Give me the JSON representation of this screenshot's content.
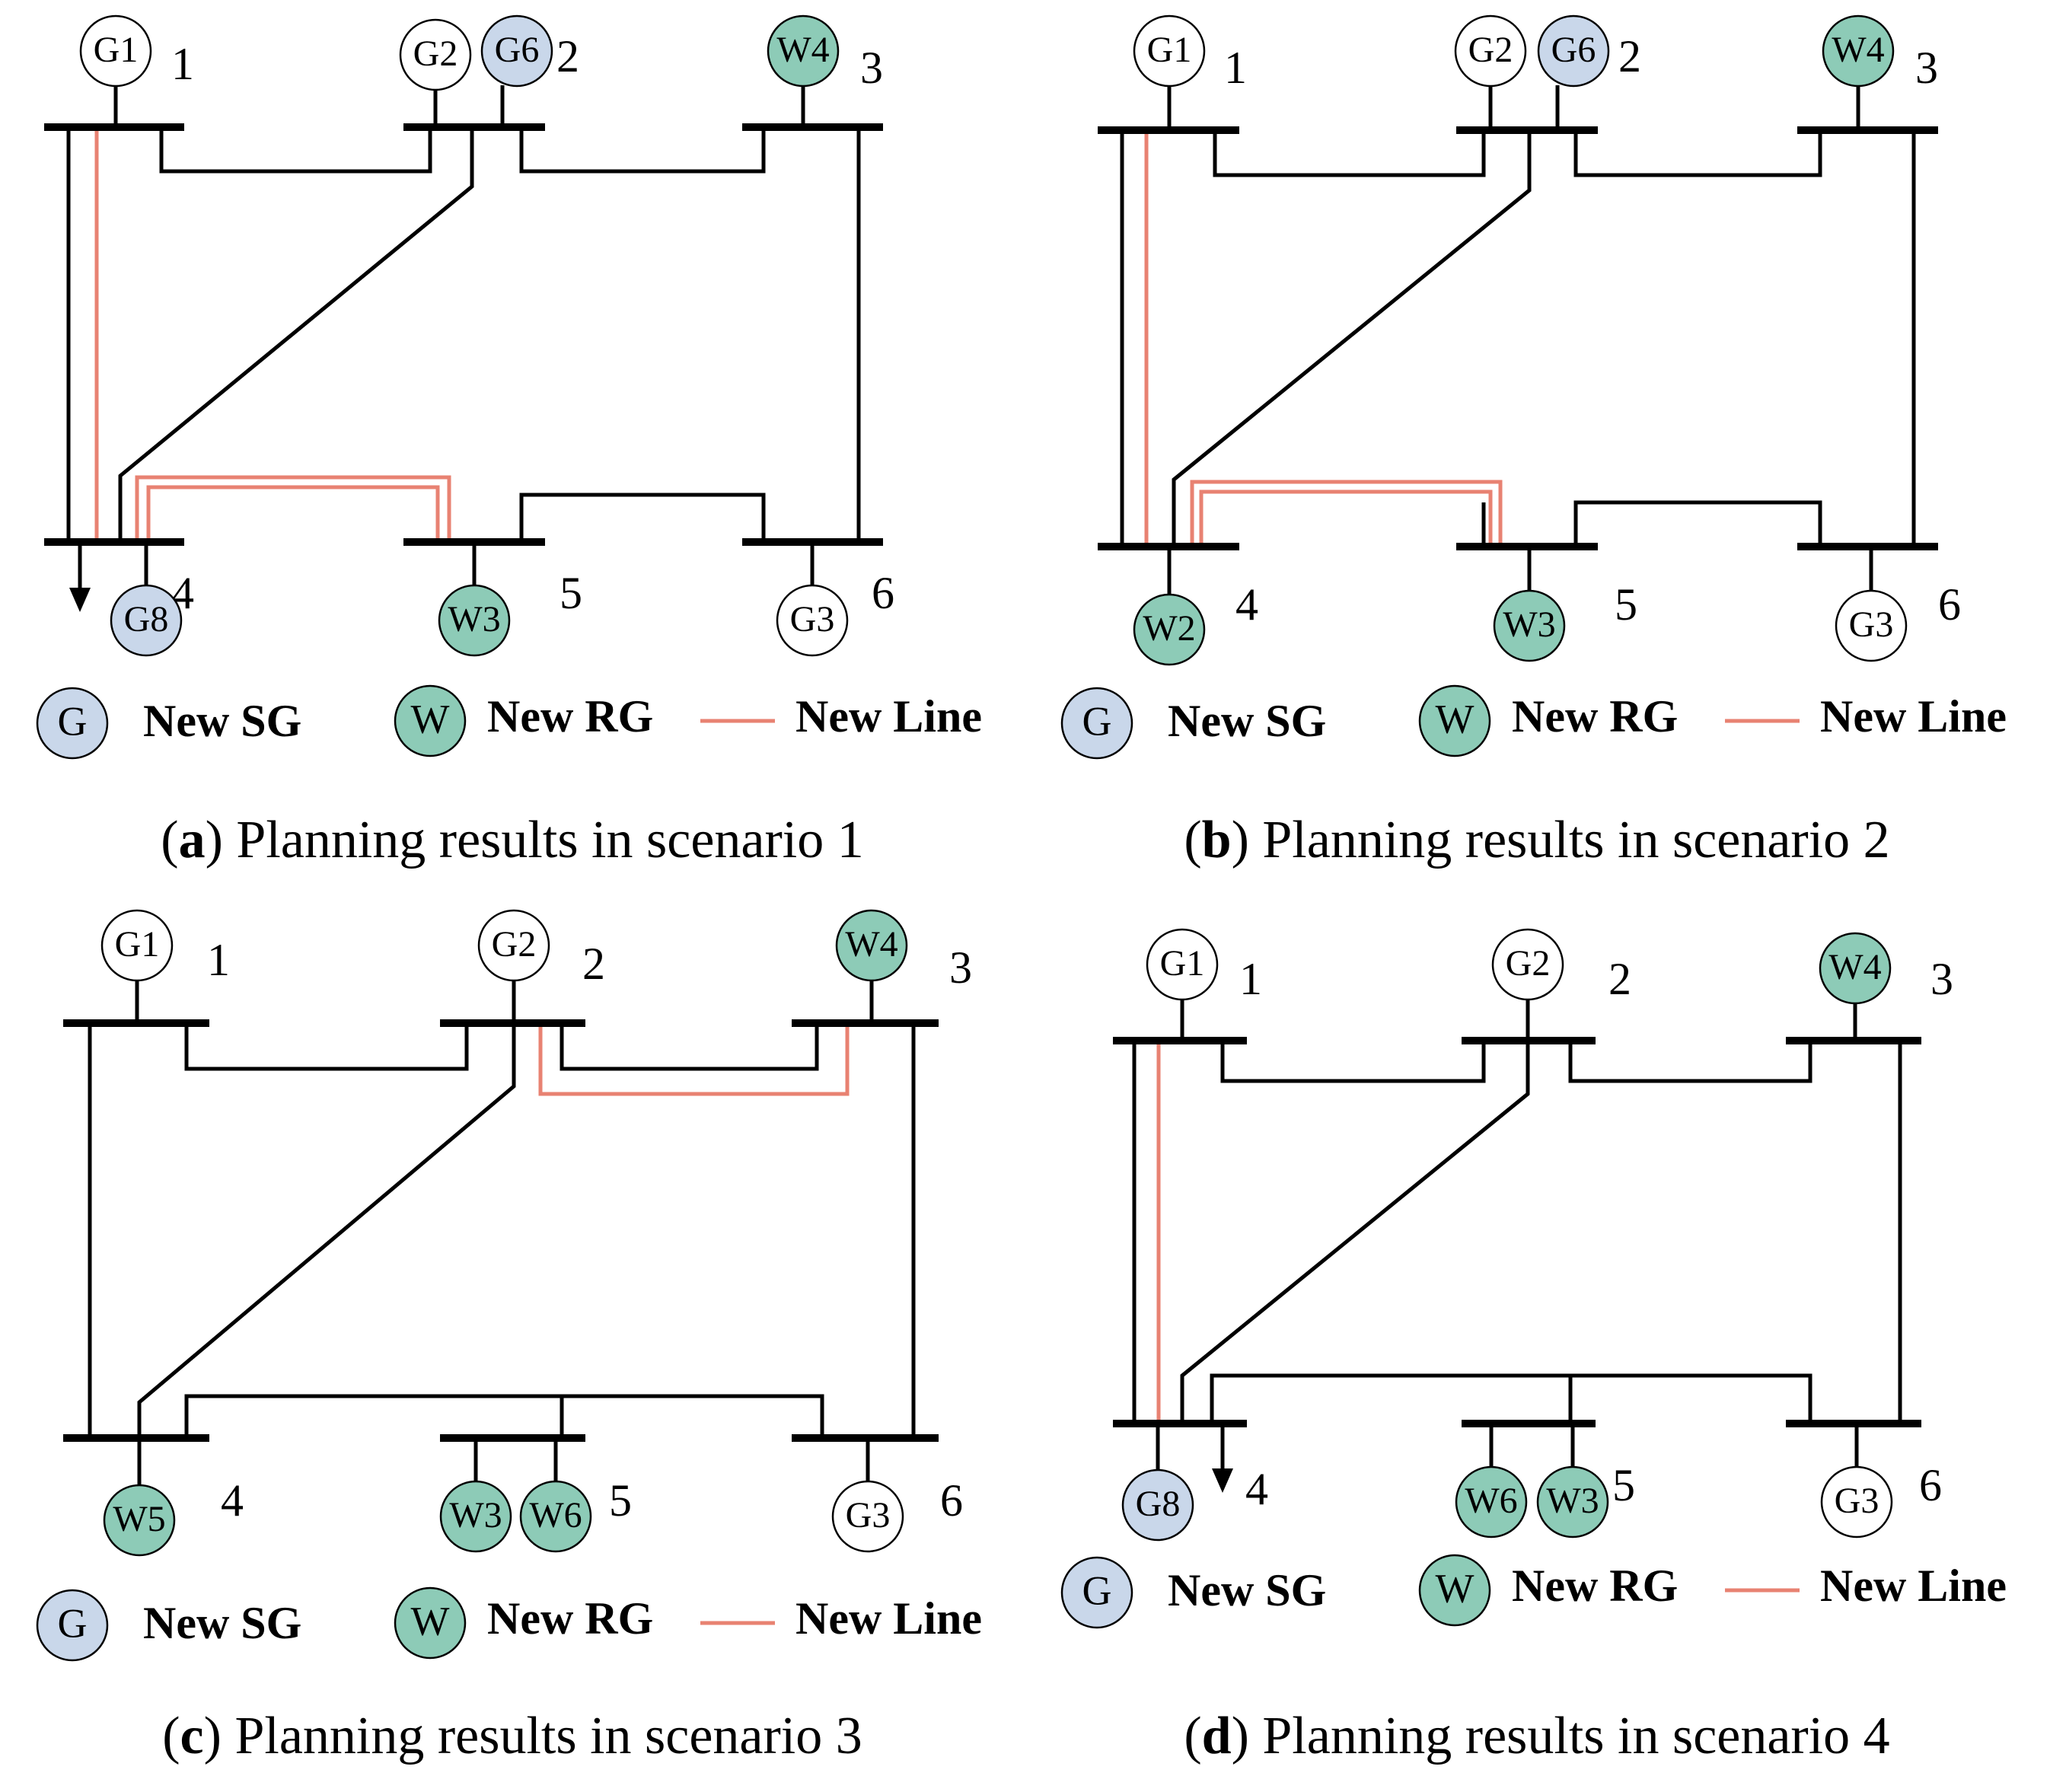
{
  "colors": {
    "new_sg_fill": "#c9d7ea",
    "new_rg_fill": "#8dcbb7",
    "existing_fill": "#ffffff",
    "new_line": "#e88272",
    "line": "#000000"
  },
  "legend": {
    "sg_symbol": "G",
    "sg_label": "New SG",
    "rg_symbol": "W",
    "rg_label": "New RG",
    "line_label": "New Line"
  },
  "panels": [
    {
      "id": "a",
      "caption_letter": "a",
      "caption_text": " Planning results in scenario 1",
      "buses": [
        "1",
        "2",
        "3",
        "4",
        "5",
        "6"
      ],
      "generators": [
        "G1",
        "G2",
        "G6",
        "W4",
        "G8",
        "W3",
        "G3"
      ],
      "new_lines": [
        "1-4",
        "4-5"
      ]
    },
    {
      "id": "b",
      "caption_letter": "b",
      "caption_text": " Planning results in scenario 2",
      "buses": [
        "1",
        "2",
        "3",
        "4",
        "5",
        "6"
      ],
      "generators": [
        "G1",
        "G2",
        "G6",
        "W4",
        "W2",
        "W3",
        "G3"
      ],
      "new_lines": [
        "1-4",
        "4-5"
      ]
    },
    {
      "id": "c",
      "caption_letter": "c",
      "caption_text": " Planning results in scenario 3",
      "buses": [
        "1",
        "2",
        "3",
        "4",
        "5",
        "6"
      ],
      "generators": [
        "G1",
        "G2",
        "W4",
        "W5",
        "W3",
        "W6",
        "G3"
      ],
      "new_lines": [
        "2-3"
      ]
    },
    {
      "id": "d",
      "caption_letter": "d",
      "caption_text": " Planning results in scenario 4",
      "buses": [
        "1",
        "2",
        "3",
        "4",
        "5",
        "6"
      ],
      "generators": [
        "G1",
        "G2",
        "W4",
        "G8",
        "W6",
        "W3",
        "G3"
      ],
      "new_lines": [
        "1-4"
      ]
    }
  ]
}
